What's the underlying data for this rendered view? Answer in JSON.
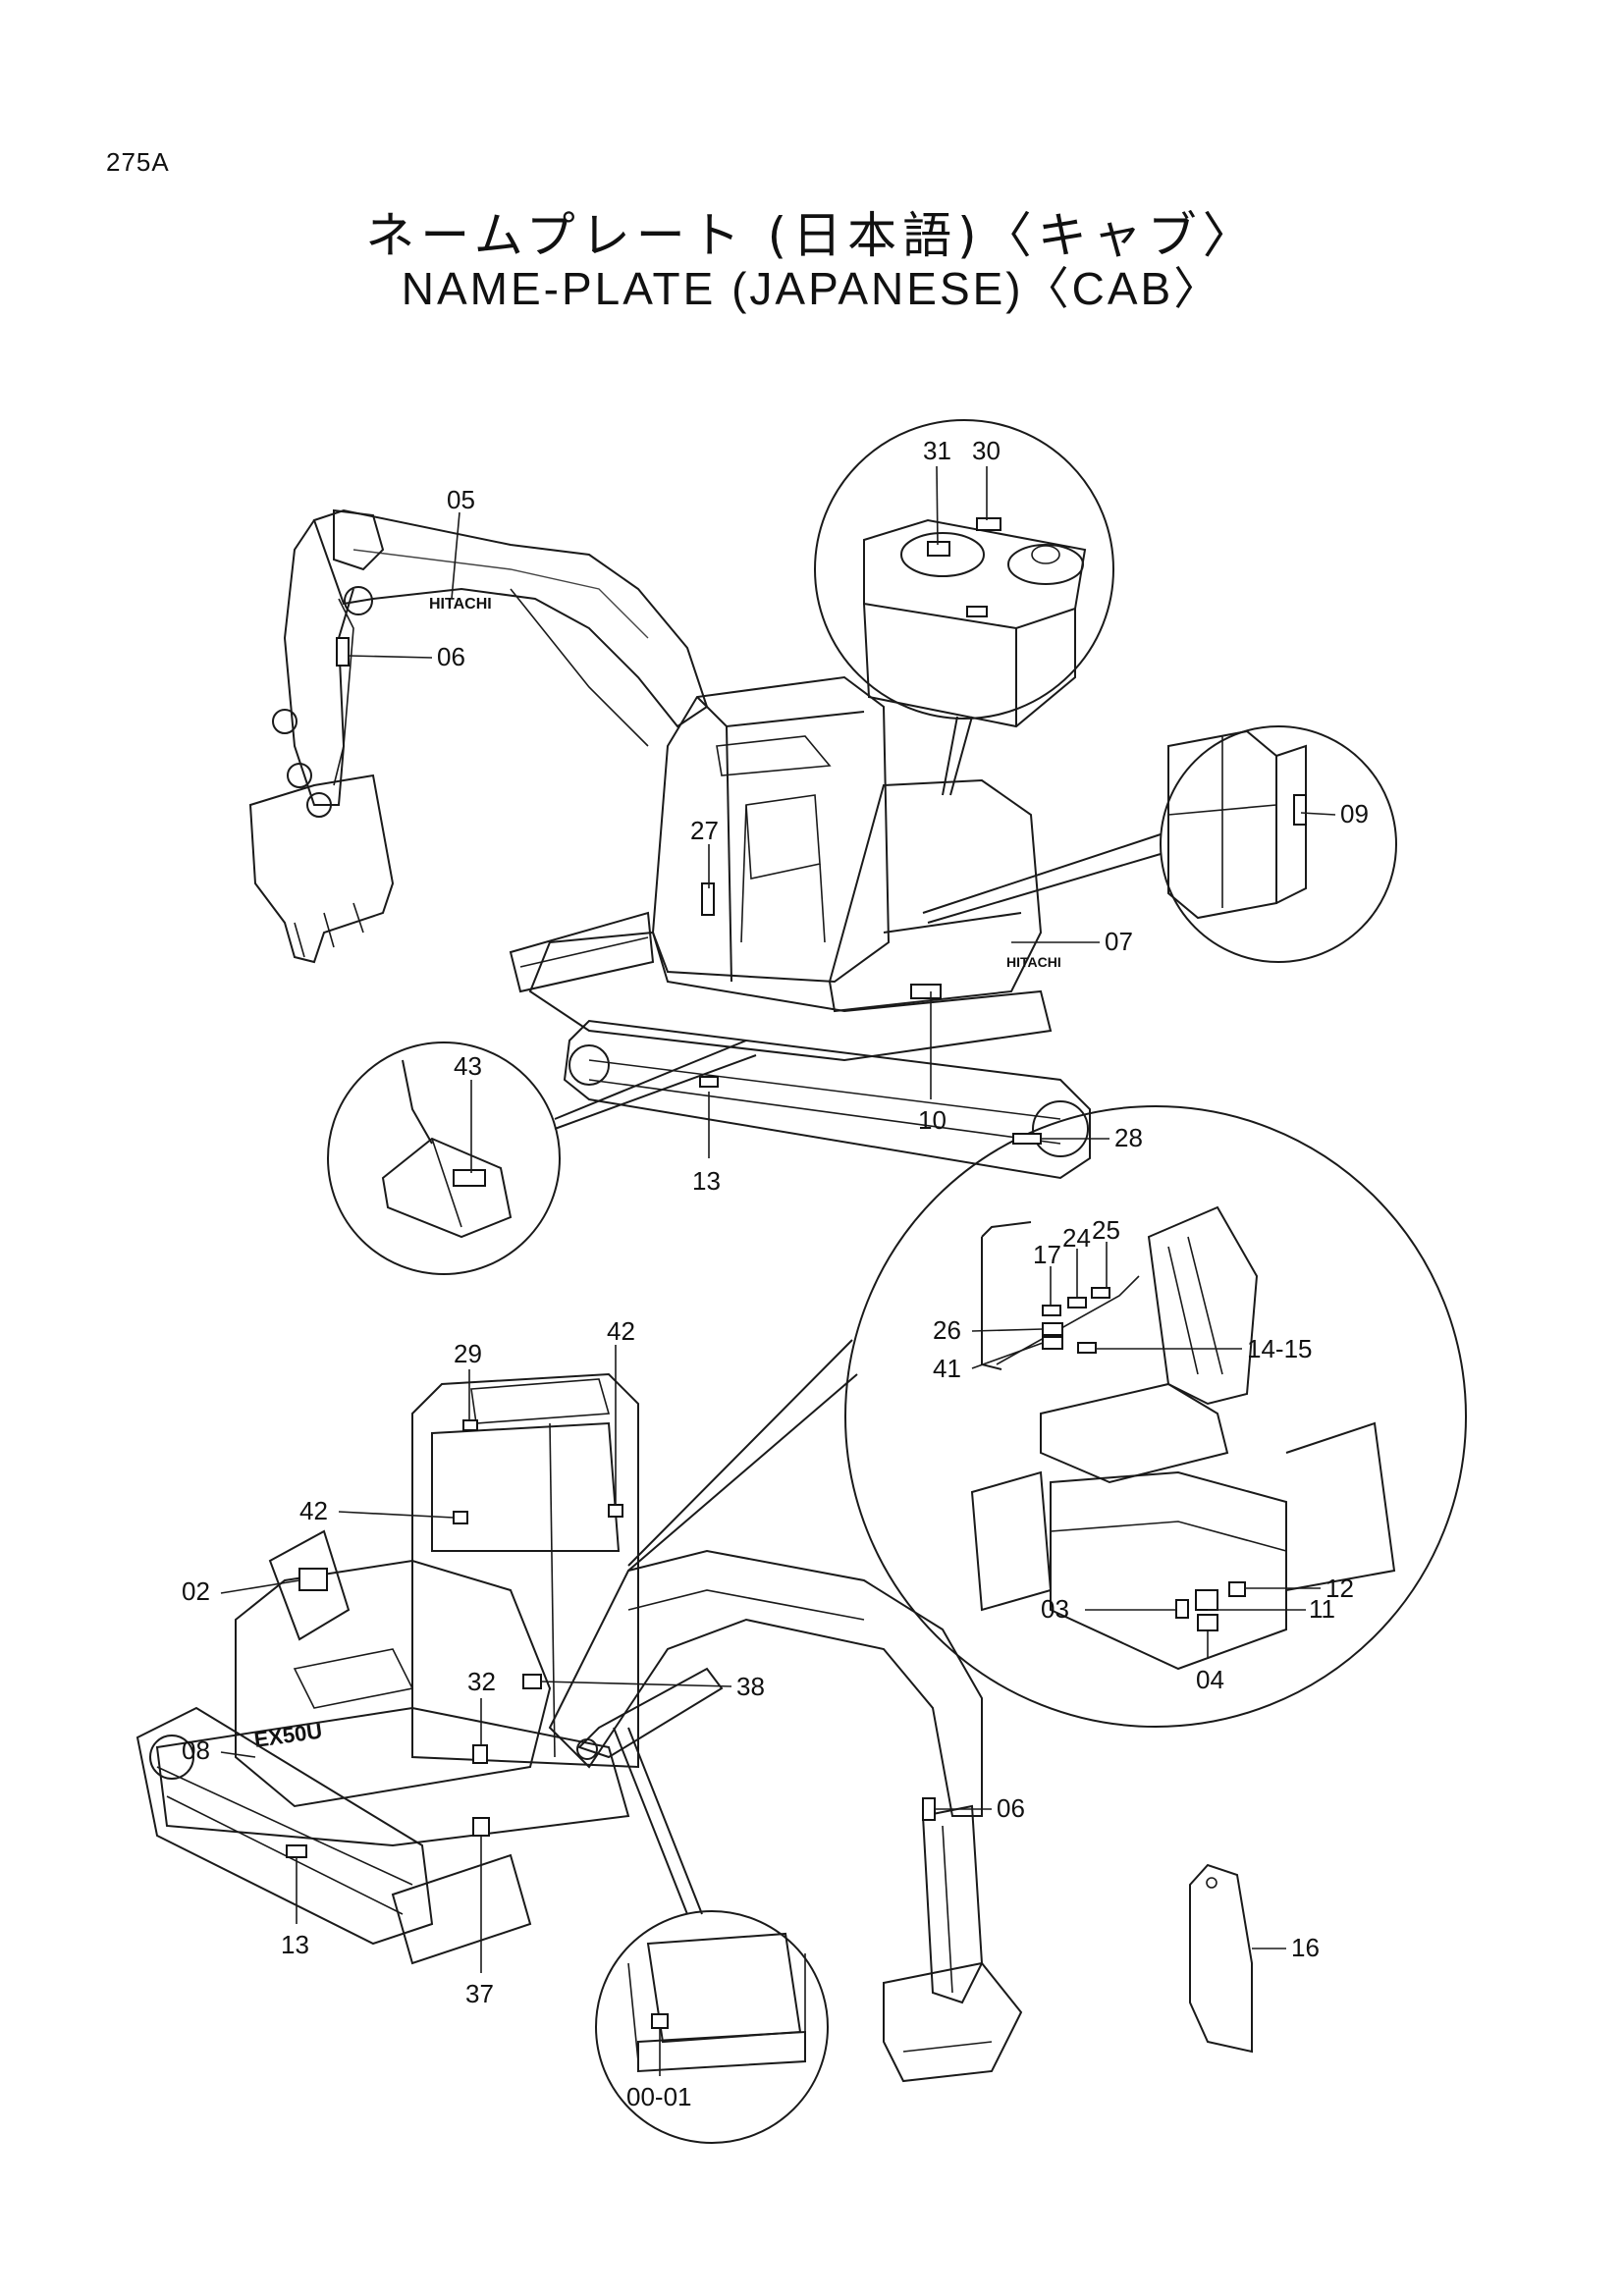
{
  "header": {
    "page_code": "275A",
    "title_jp": "ネームプレート (日本語)〈キャブ〉",
    "title_en": "NAME-PLATE (JAPANESE)〈CAB〉"
  },
  "brand": {
    "boom_text": "HITACHI",
    "cover_text": "HITACHI",
    "model_text": "EX50U"
  },
  "callouts": {
    "c31": "31",
    "c30": "30",
    "c05": "05",
    "c06_top": "06",
    "c27": "27",
    "c09": "09",
    "c07": "07",
    "c10": "10",
    "c43": "43",
    "c13_top": "13",
    "c28": "28",
    "c17": "17",
    "c24": "24",
    "c25": "25",
    "c26": "26",
    "c41": "41",
    "c14_15": "14-15",
    "c29": "29",
    "c42_right": "42",
    "c42_left": "42",
    "c02": "02",
    "c32": "32",
    "c38": "38",
    "c12": "12",
    "c03": "03",
    "c11": "11",
    "c04": "04",
    "c08": "08",
    "c06_bottom": "06",
    "c16": "16",
    "c13_bottom": "13",
    "c37": "37",
    "c00_01": "00-01"
  }
}
